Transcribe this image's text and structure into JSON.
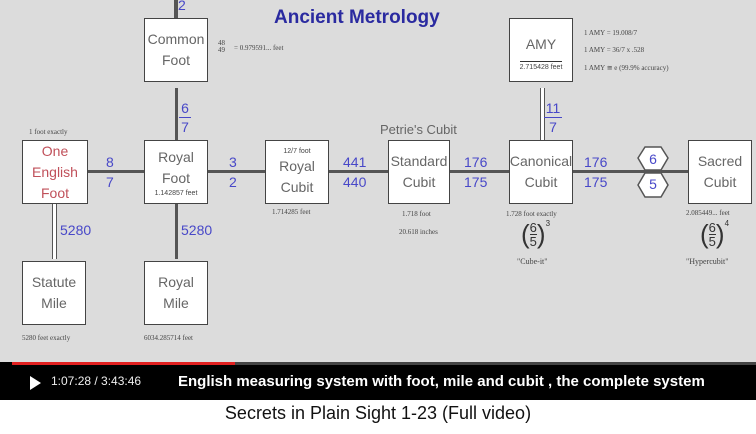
{
  "slide": {
    "title": "Ancient Metrology",
    "boxes": {
      "common_foot": [
        "Common",
        "Foot"
      ],
      "one_english_foot": [
        "One",
        "English",
        "Foot"
      ],
      "royal_foot": [
        "Royal",
        "Foot"
      ],
      "royal_cubit": [
        "Royal",
        "Cubit"
      ],
      "royal_cubit_top": "12/7 foot",
      "standard_cubit": [
        "Standard",
        "Cubit"
      ],
      "canonical_cubit": [
        "Canonical",
        "Cubit"
      ],
      "amy": "AMY",
      "sacred_cubit": [
        "Sacred",
        "Cubit"
      ],
      "statute_mile": [
        "Statute",
        "Mile"
      ],
      "royal_mile": [
        "Royal",
        "Mile"
      ]
    },
    "ratios": {
      "top": "2",
      "royal_to_common": [
        "6",
        "7"
      ],
      "english_to_royal": [
        "8",
        "7"
      ],
      "royal_foot_to_cubit": [
        "3",
        "2"
      ],
      "royal_cubit_to_standard": [
        "441",
        "440"
      ],
      "standard_to_canonical": [
        "176",
        "175"
      ],
      "canonical_to_amy": [
        "11",
        "7"
      ],
      "canonical_to_sacred": [
        "176",
        "175"
      ],
      "hexagons": [
        "6",
        "5"
      ],
      "english_to_statute": "5280",
      "royal_to_royal_mile": "5280"
    },
    "notes": {
      "common_foot": [
        "48",
        "49",
        "= 0.979591... feet"
      ],
      "one_foot_exactly": "1 foot exactly",
      "royal_foot": "1.142857 feet",
      "royal_cubit": "1.714285 feet",
      "petrie": "Petrie's Cubit",
      "standard_cubit": [
        "1.718 foot",
        "20.618 inches"
      ],
      "canonical_cubit": "1.728 foot exactly",
      "cube_it": "\"Cube-it\"",
      "amy_value": "2.715428 feet",
      "amy_lines": [
        "1 AMY = 19.008/7",
        "1 AMY = 36/7 x .528",
        "1 AMY ≅ e (99.9% accuracy)"
      ],
      "sacred_cubit": "2.085449... feet",
      "hypercubit": "\"Hypercubit\"",
      "statute_mile": "5280 feet exactly",
      "royal_mile": "6034.285714 feet",
      "power_frac": [
        "6",
        "5"
      ],
      "power_cube": "3",
      "power_hyper": "4"
    }
  },
  "player": {
    "progress": 0.3,
    "time": "1:07:28 / 3:43:46",
    "caption": "English measuring system with foot, mile and cubit , the complete system",
    "video_title": "Secrets in Plain Sight 1-23 (Full video)"
  }
}
